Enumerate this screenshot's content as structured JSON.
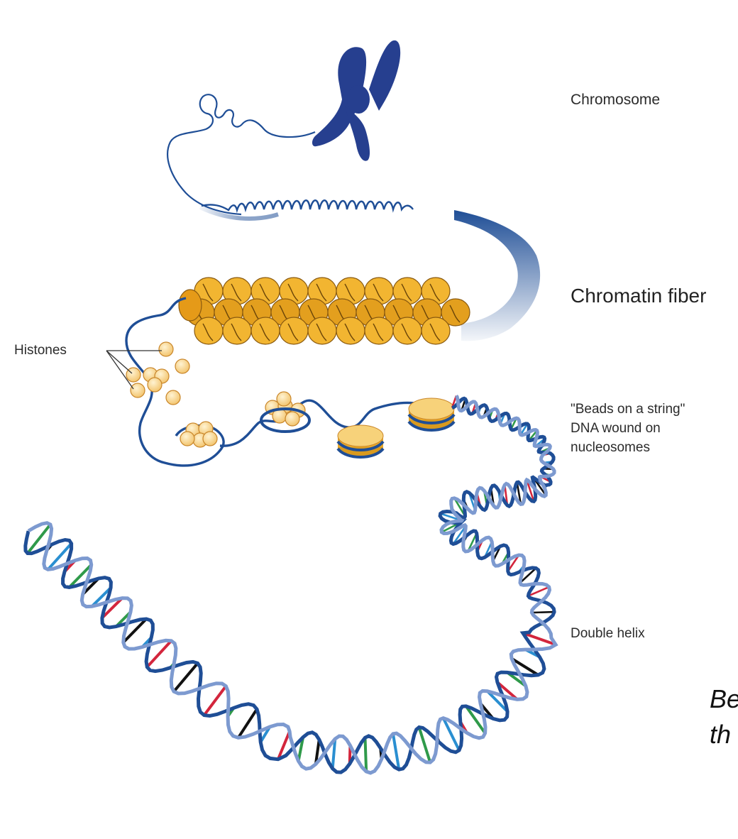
{
  "labels": {
    "chromosome": "Chromosome",
    "chromatin_fiber": "Chromatin fiber",
    "histones": "Histones",
    "beads_line1": "\"Beads on a string\"",
    "beads_line2": "DNA wound on",
    "beads_line3": "nucleosomes",
    "double_helix": "Double helix"
  },
  "clipped_note": {
    "line1": "Be",
    "line2": "th"
  },
  "colors": {
    "dna_blue": "#1f4e96",
    "chromosome_blue": "#263f8f",
    "histone_gold": "#f2b531",
    "histone_light": "#f7d27a",
    "base_red": "#d3253c",
    "base_green": "#2f9a4a",
    "base_black": "#111111",
    "base_cyan": "#2a8fd1"
  }
}
